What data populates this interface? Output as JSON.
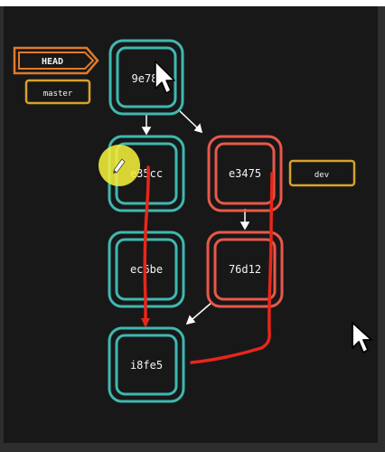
{
  "pointers": {
    "head": "HEAD",
    "master": "master",
    "dev": "dev"
  },
  "commits": {
    "c1": "9e78",
    "c2": "e35cc",
    "c3": "ec6be",
    "c4": "i8fe5",
    "c5": "e3475",
    "c6": "76d12"
  },
  "icons": [
    "cursor-arrow-icon",
    "pencil-highlight-icon",
    "cursor-arrow-icon"
  ],
  "colors": {
    "background": "#181818",
    "teal_commit": "#3fb8b0",
    "red_commit": "#e8584a",
    "head_label": "#e07a2c",
    "branch_label": "#d9a12a",
    "annotation_red": "#e8261a",
    "highlight": "#f2ee3a"
  }
}
